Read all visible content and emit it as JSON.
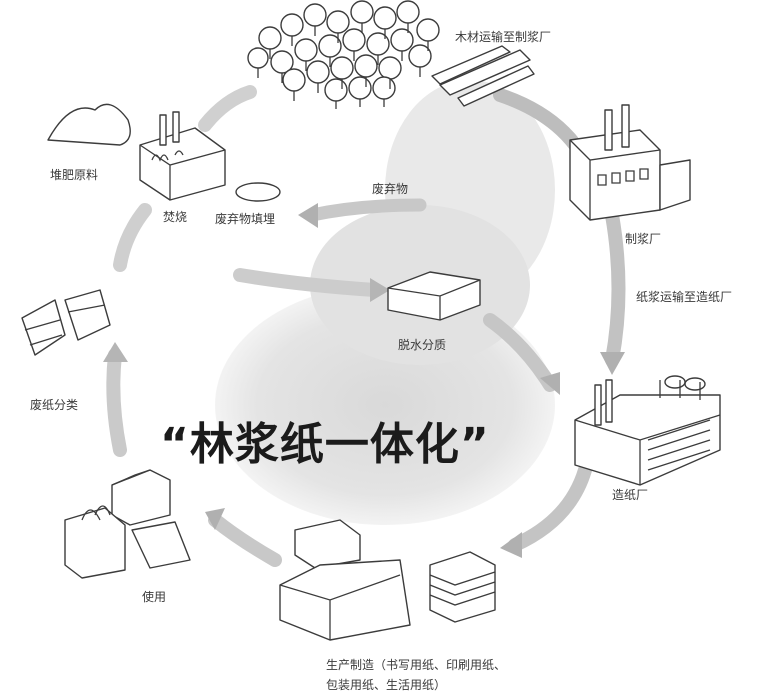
{
  "diagram": {
    "title": "“林浆纸一体化”",
    "nodes": {
      "forest": {
        "label": ""
      },
      "timber_transport": {
        "label": "木材运输至制浆厂"
      },
      "pulp_mill": {
        "label": "制浆厂"
      },
      "pulp_transport": {
        "label": "纸浆运输至造纸厂"
      },
      "paper_mill": {
        "label": "造纸厂"
      },
      "production": {
        "label": "生产制造（书写用纸、印刷用纸、",
        "label_line2": "包装用纸、生活用纸）"
      },
      "use": {
        "label": "使用"
      },
      "waste_sorting": {
        "label": "废纸分类"
      },
      "deinked_pulp": {
        "label": "脱水分质"
      },
      "incineration": {
        "label": "焚烧"
      },
      "biomass_fuel": {
        "label": "堆肥原料"
      },
      "waste_residue": {
        "label": "废弃物"
      },
      "ash_landfill": {
        "label": "废弃物填埋"
      }
    }
  }
}
